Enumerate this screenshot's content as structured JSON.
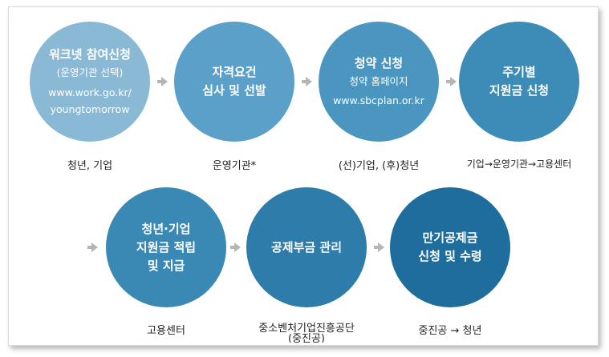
{
  "steps": [
    {
      "lines": [
        "워크넷 참여신청",
        "(운영기관 선택)",
        "www.work.go.kr/",
        "youngtomorrow"
      ],
      "caption": "청년, 기업",
      "color": "#8ab9d6"
    },
    {
      "lines": [
        "자격요건",
        "심사 및 선발"
      ],
      "caption": "운영기관*",
      "color": "#5aa0c8"
    },
    {
      "lines": [
        "청약 신청",
        "청약 홈페이지",
        "www.sbcplan.or.kr"
      ],
      "caption": "(선)기업, (후)청년",
      "color": "#4a96c0"
    },
    {
      "lines": [
        "주기별",
        "지원금 신청"
      ],
      "caption": "기업→운영기관→고용센터",
      "color": "#3d8bb7"
    },
    {
      "lines": [
        "청년·기업",
        "지원금 적립",
        "및 지급"
      ],
      "caption": "고용센터",
      "color": "#3a88b4"
    },
    {
      "lines": [
        "공제부금 관리"
      ],
      "caption": "중소벤처기업진흥공단",
      "caption_extra": "(중진공)",
      "color": "#2d7ca9"
    },
    {
      "lines": [
        "만기공제금",
        "신청 및 수령"
      ],
      "caption": "중진공 → 청년",
      "color": "#1f6d9c"
    }
  ]
}
